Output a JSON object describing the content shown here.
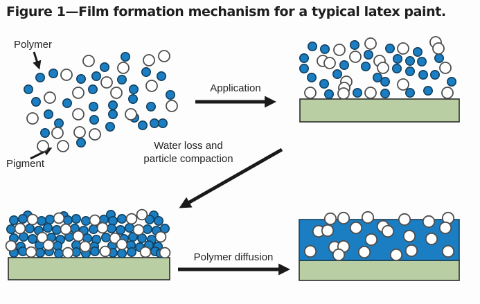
{
  "figure": {
    "title": "Figure 1—Film formation mechanism for a typical latex paint."
  },
  "labels": {
    "polymer": "Polymer",
    "pigment": "Pigment",
    "application": "Application",
    "water_loss": "Water loss and\nparticle compaction",
    "polymer_diffusion": "Polymer diffusion"
  },
  "colors": {
    "polymer_blue": "#1b7ec2",
    "polymer_outline": "#123f5c",
    "pigment_white": "#ffffff",
    "pigment_outline": "#4d4d4d",
    "substrate_green": "#b9cfa3",
    "substrate_outline": "#2b2b2b",
    "arrow_black": "#1a1a1a",
    "text_dark": "#242424"
  },
  "particle_styles": {
    "polymer": {
      "r": 6.2,
      "fill": "#1b7ec2",
      "stroke": "#123f5c",
      "stroke_width": 1.6
    },
    "pigment": {
      "r": 8,
      "fill": "#ffffff",
      "stroke": "#4d4d4d",
      "stroke_width": 1.8
    }
  },
  "panels": [
    {
      "name": "wet-paint-dispersion",
      "polymer": [
        [
          58,
          112
        ],
        [
          77,
          106
        ],
        [
          41,
          129
        ],
        [
          52,
          147
        ],
        [
          70,
          165
        ],
        [
          85,
          178
        ],
        [
          65,
          192
        ],
        [
          97,
          149
        ],
        [
          117,
          114
        ],
        [
          139,
          110
        ],
        [
          134,
          129
        ],
        [
          151,
          97
        ],
        [
          181,
          82
        ],
        [
          176,
          115
        ],
        [
          193,
          129
        ],
        [
          192,
          143
        ],
        [
          135,
          154
        ],
        [
          163,
          152
        ],
        [
          163,
          165
        ],
        [
          136,
          173
        ],
        [
          159,
          183
        ],
        [
          194,
          170
        ],
        [
          206,
          181
        ],
        [
          218,
          154
        ],
        [
          223,
          178
        ],
        [
          235,
          178
        ],
        [
          211,
          104
        ],
        [
          233,
          110
        ],
        [
          246,
          137
        ],
        [
          117,
          206
        ]
      ],
      "pigment": [
        [
          96,
          108
        ],
        [
          128,
          88
        ],
        [
          154,
          119
        ],
        [
          178,
          98
        ],
        [
          215,
          87
        ],
        [
          237,
          81
        ],
        [
          219,
          124
        ],
        [
          248,
          153
        ],
        [
          72,
          141
        ],
        [
          113,
          134
        ],
        [
          168,
          134
        ],
        [
          47,
          171
        ],
        [
          113,
          165
        ],
        [
          189,
          165
        ],
        [
          83,
          192
        ],
        [
          115,
          191
        ],
        [
          137,
          194
        ],
        [
          91,
          211
        ],
        [
          62,
          211
        ]
      ]
    },
    {
      "name": "applied-wet-film",
      "polymer": [
        [
          451,
          67
        ],
        [
          469,
          71
        ],
        [
          439,
          84
        ],
        [
          439,
          99
        ],
        [
          450,
          112
        ],
        [
          468,
          121
        ],
        [
          475,
          136
        ],
        [
          487,
          107
        ],
        [
          497,
          94
        ],
        [
          512,
          65
        ],
        [
          532,
          79
        ],
        [
          528,
          96
        ],
        [
          545,
          112
        ],
        [
          563,
          70
        ],
        [
          574,
          85
        ],
        [
          592,
          88
        ],
        [
          603,
          75
        ],
        [
          609,
          89
        ],
        [
          592,
          103
        ],
        [
          611,
          108
        ],
        [
          628,
          108
        ],
        [
          634,
          84
        ],
        [
          652,
          118
        ],
        [
          647,
          135
        ],
        [
          618,
          131
        ],
        [
          592,
          134
        ],
        [
          573,
          99
        ],
        [
          556,
          118
        ],
        [
          516,
          134
        ],
        [
          556,
          135
        ]
      ],
      "pigment": [
        [
          490,
          72
        ],
        [
          535,
          63
        ],
        [
          513,
          82
        ],
        [
          466,
          88
        ],
        [
          476,
          91
        ],
        [
          548,
          88
        ],
        [
          553,
          98
        ],
        [
          582,
          70
        ],
        [
          629,
          61
        ],
        [
          633,
          70
        ],
        [
          643,
          98
        ],
        [
          500,
          118
        ],
        [
          497,
          127
        ],
        [
          582,
          122
        ],
        [
          448,
          134
        ],
        [
          496,
          135
        ],
        [
          535,
          134
        ],
        [
          646,
          134
        ]
      ]
    },
    {
      "name": "compacted-particle-film",
      "r": {
        "polymer": 6.2,
        "pigment": 7.4
      },
      "polymer": [
        [
          40,
          311
        ],
        [
          92,
          312
        ],
        [
          160,
          310
        ],
        [
          222,
          311
        ],
        [
          20,
          318
        ],
        [
          33,
          316
        ],
        [
          60,
          319
        ],
        [
          72,
          317
        ],
        [
          98,
          318
        ],
        [
          110,
          316
        ],
        [
          124,
          319
        ],
        [
          150,
          317
        ],
        [
          163,
          319
        ],
        [
          176,
          316
        ],
        [
          216,
          317
        ],
        [
          229,
          319
        ],
        [
          16,
          331
        ],
        [
          43,
          330
        ],
        [
          56,
          333
        ],
        [
          69,
          329
        ],
        [
          82,
          332
        ],
        [
          108,
          330
        ],
        [
          121,
          333
        ],
        [
          135,
          331
        ],
        [
          161,
          330
        ],
        [
          174,
          332
        ],
        [
          187,
          329
        ],
        [
          213,
          331
        ],
        [
          226,
          333
        ],
        [
          238,
          330
        ],
        [
          20,
          344
        ],
        [
          34,
          342
        ],
        [
          47,
          345
        ],
        [
          74,
          343
        ],
        [
          87,
          346
        ],
        [
          100,
          342
        ],
        [
          126,
          344
        ],
        [
          139,
          346
        ],
        [
          153,
          343
        ],
        [
          179,
          345
        ],
        [
          192,
          342
        ],
        [
          205,
          344
        ],
        [
          219,
          346
        ],
        [
          30,
          356
        ],
        [
          57,
          354
        ],
        [
          83,
          355
        ],
        [
          110,
          354
        ],
        [
          136,
          356
        ],
        [
          162,
          355
        ],
        [
          189,
          354
        ],
        [
          202,
          357
        ],
        [
          215,
          354
        ],
        [
          228,
          356
        ],
        [
          20,
          365
        ],
        [
          33,
          363
        ],
        [
          58,
          365
        ],
        [
          71,
          363
        ],
        [
          85,
          366
        ],
        [
          110,
          364
        ],
        [
          124,
          366
        ],
        [
          137,
          363
        ],
        [
          163,
          365
        ],
        [
          176,
          366
        ],
        [
          190,
          364
        ],
        [
          224,
          363
        ],
        [
          232,
          366
        ]
      ],
      "pigment": [
        [
          47,
          317
        ],
        [
          85,
          315
        ],
        [
          137,
          318
        ],
        [
          190,
          316
        ],
        [
          205,
          310
        ],
        [
          29,
          330
        ],
        [
          95,
          331
        ],
        [
          148,
          329
        ],
        [
          200,
          332
        ],
        [
          61,
          343
        ],
        [
          113,
          341
        ],
        [
          166,
          344
        ],
        [
          232,
          342
        ],
        [
          16,
          355
        ],
        [
          70,
          354
        ],
        [
          123,
          356
        ],
        [
          176,
          353
        ],
        [
          45,
          364
        ],
        [
          98,
          365
        ],
        [
          152,
          363
        ],
        [
          210,
          364
        ],
        [
          238,
          365
        ]
      ]
    },
    {
      "name": "coalesced-film",
      "r": {
        "pigment": 8.2
      },
      "polymer": [],
      "pigment": [
        [
          477,
          316
        ],
        [
          496,
          315
        ],
        [
          531,
          314
        ],
        [
          584,
          317
        ],
        [
          619,
          320
        ],
        [
          647,
          315
        ],
        [
          460,
          334
        ],
        [
          473,
          333
        ],
        [
          514,
          329
        ],
        [
          553,
          327
        ],
        [
          560,
          334
        ],
        [
          591,
          341
        ],
        [
          623,
          345
        ],
        [
          643,
          329
        ],
        [
          448,
          363
        ],
        [
          483,
          357
        ],
        [
          496,
          356
        ],
        [
          489,
          368
        ],
        [
          526,
          364
        ],
        [
          572,
          368
        ],
        [
          594,
          362
        ],
        [
          647,
          363
        ],
        [
          536,
          346
        ]
      ]
    }
  ]
}
